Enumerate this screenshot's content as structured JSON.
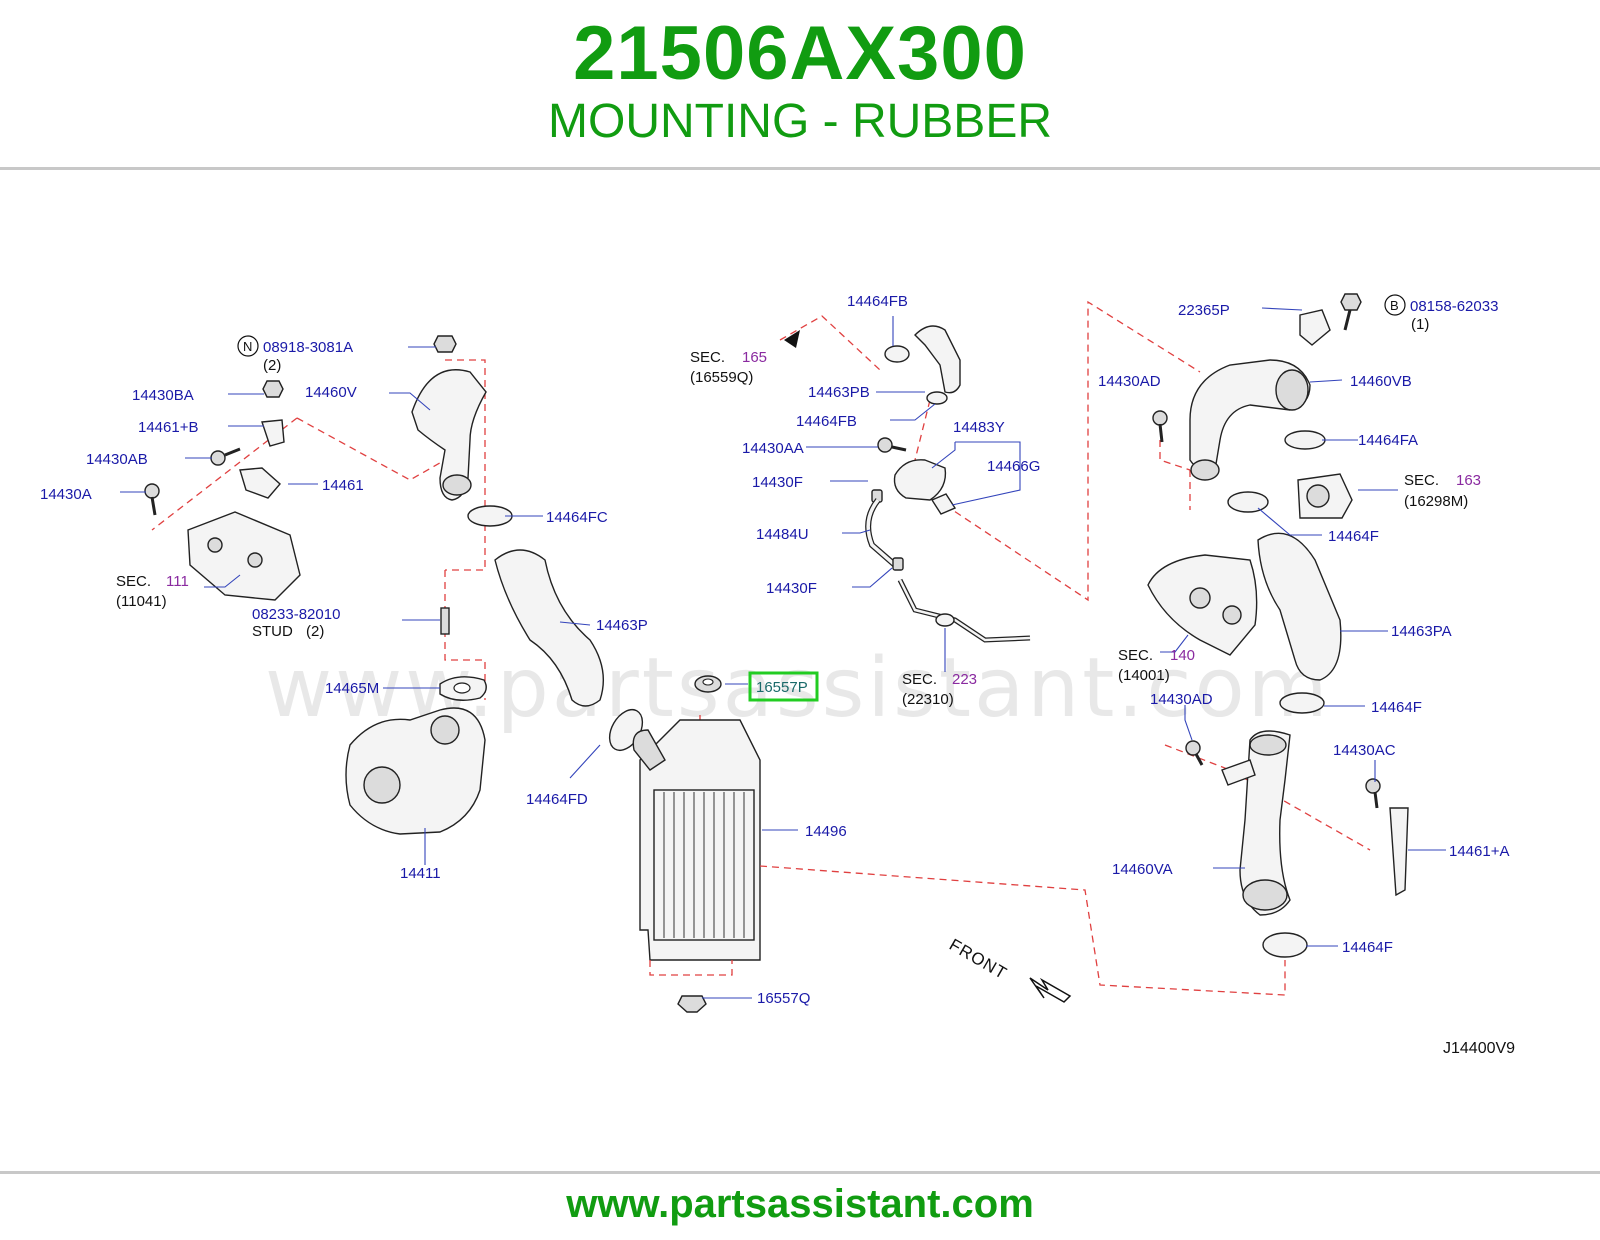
{
  "header": {
    "part_number": "21506AX300",
    "part_name": "MOUNTING - RUBBER"
  },
  "footer": {
    "url": "www.partsassistant.com"
  },
  "diagram": {
    "watermark": "www.partsassistant.com",
    "code": "J14400V9",
    "front_label": "FRONT",
    "highlighted_part": "16557P",
    "colors": {
      "brand_green": "#119c11",
      "label_blue": "#1a1aa8",
      "section_purple": "#8a2aa0",
      "highlight": "#22cc22",
      "dash_red": "#e04040"
    },
    "labels": {
      "p08918_3081A": "08918-3081A",
      "p08918_qty": "(2)",
      "p14430BA": "14430BA",
      "p14460V": "14460V",
      "p14461B": "14461+B",
      "p14430AB": "14430AB",
      "p14461": "14461",
      "p14430A": "14430A",
      "p14464FC": "14464FC",
      "p08233_82010": "08233-82010",
      "stud": "STUD",
      "stud_qty": "(2)",
      "p14463P": "14463P",
      "p14465M": "14465M",
      "p16557P": "16557P",
      "p14464FD": "14464FD",
      "p14411": "14411",
      "p14496": "14496",
      "p16557Q": "16557Q",
      "p14464FB": "14464FB",
      "p14463PB": "14463PB",
      "p14464FB2": "14464FB",
      "p14430AA": "14430AA",
      "p14483Y": "14483Y",
      "p14466G": "14466G",
      "p14430F": "14430F",
      "p14484U": "14484U",
      "p14430F2": "14430F",
      "p22365P": "22365P",
      "p08158_62033": "08158-62033",
      "p08158_qty": "(1)",
      "p14430AD": "14430AD",
      "p14460VB": "14460VB",
      "p14464FA": "14464FA",
      "p14464F": "14464F",
      "p14463PA": "14463PA",
      "p14430AD2": "14430AD",
      "p14464F2": "14464F",
      "p14430AC": "14430AC",
      "p14461A": "14461+A",
      "p14460VA": "14460VA",
      "p14464F3": "14464F"
    },
    "circle_marks": {
      "n": "N",
      "b": "B"
    },
    "sections": {
      "s111": {
        "prefix": "SEC.",
        "num": "111",
        "ref": "(11041)"
      },
      "s165": {
        "prefix": "SEC.",
        "num": "165",
        "ref": "(16559Q)"
      },
      "s223": {
        "prefix": "SEC.",
        "num": "223",
        "ref": "(22310)"
      },
      "s163": {
        "prefix": "SEC.",
        "num": "163",
        "ref": "(16298M)"
      },
      "s140": {
        "prefix": "SEC.",
        "num": "140",
        "ref": "(14001)"
      }
    }
  }
}
